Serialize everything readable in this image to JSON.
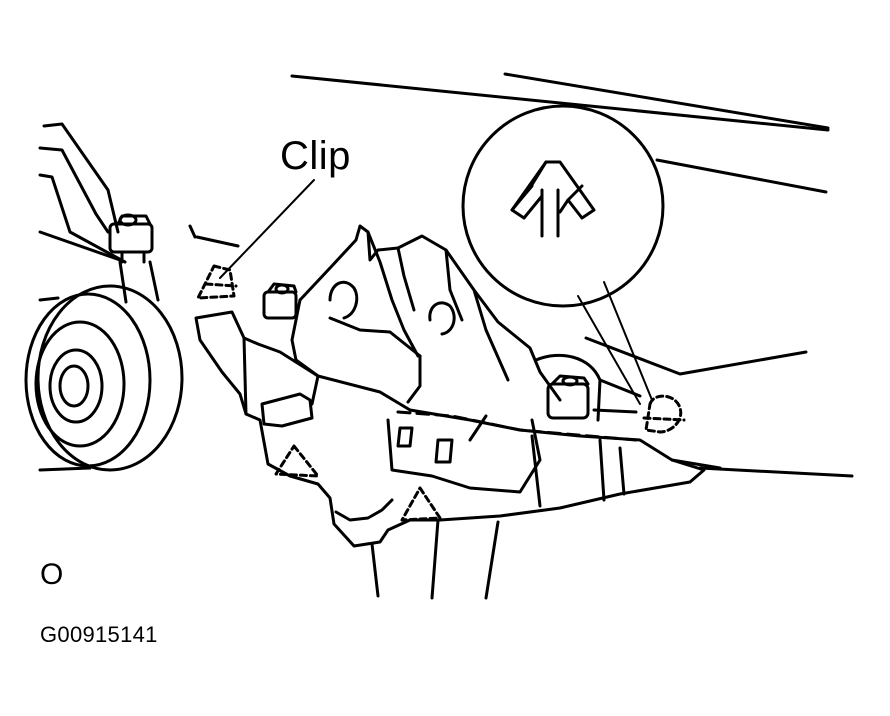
{
  "labels": {
    "clip": "Clip",
    "view_mark": "O",
    "figure_code": "G00915141"
  },
  "colors": {
    "ink": "#000000",
    "paper": "#ffffff"
  },
  "icons": {
    "clip_detail": "clip-fastener-icon",
    "hidden_clip": "dashed-clip-icon"
  }
}
